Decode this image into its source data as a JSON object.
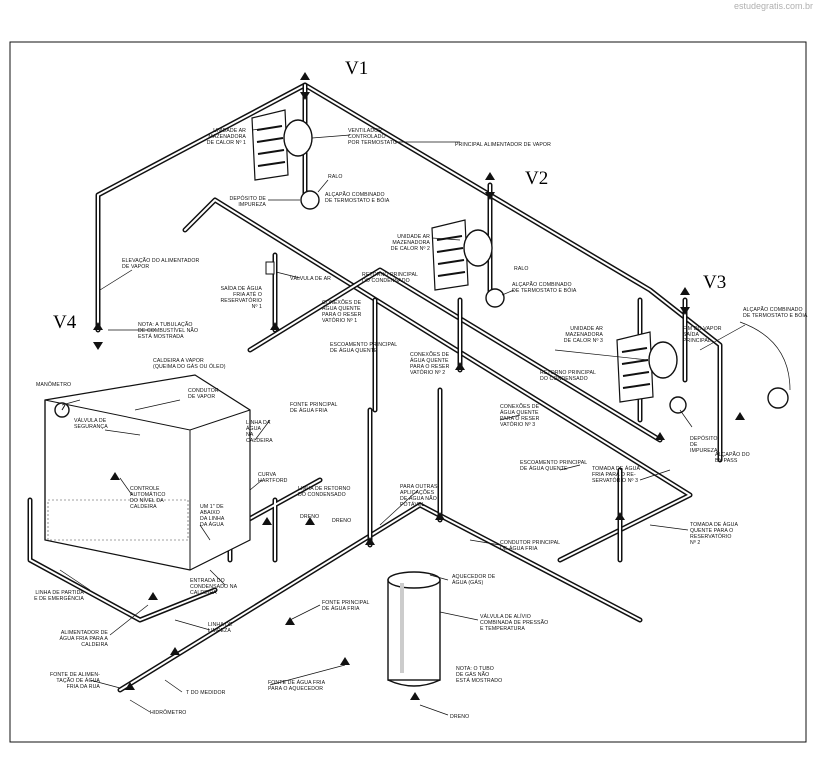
{
  "watermark": "estudegratis.com.br",
  "valve_tags": [
    "V1",
    "V2",
    "V3",
    "V4"
  ],
  "labels": {
    "unidade1": [
      "UNIDADE AR",
      "MAZENADORA",
      "DE CALOR Nº 1"
    ],
    "ventilador": [
      "VENTILADOR",
      "CONTROLADO",
      "POR TERMOSTATO"
    ],
    "principal_vapor": [
      "PRINCIPAL ALIMENTADOR DE VAPOR"
    ],
    "ralo1": [
      "RALO"
    ],
    "alcapao1": [
      "ALÇAPÃO COMBINADO",
      "DE TERMOSTATO E BÓIA"
    ],
    "deposito1": [
      "DEPÓSITO DE",
      "IMPUREZA"
    ],
    "unidade2": [
      "UNIDADE AR",
      "MAZENADORA",
      "DE CALOR Nº 2"
    ],
    "ralo2": [
      "RALO"
    ],
    "alcapao2": [
      "ALÇAPÃO COMBINADO",
      "DE TERMOSTATO E BÓIA"
    ],
    "elevacao": [
      "ELEVAÇÃO DO ALIMENTADOR",
      "DE VAPOR"
    ],
    "valvula_ar": [
      "VÁLVULA DE AR"
    ],
    "retorno_principal": [
      "RETORNO PRINCIPAL",
      "DO CONDENSADO"
    ],
    "saida_agua_fria": [
      "SAÍDA DE ÁGUA",
      "FRIA ATÉ O",
      "RESERVATÓRIO",
      "Nº 1"
    ],
    "conexoes1": [
      "CONEXÕES DE",
      "ÁGUA QUENTE",
      "PARA O RESER",
      "VATÓRIO Nº 1"
    ],
    "nota_tubulacao": [
      "NOTA: A TUBULAÇÃO",
      "DE COMBUSTÍVEL NÃO",
      "ESTÁ MOSTRADA"
    ],
    "escoamento1": [
      "ESCOAMENTO PRINCIPAL",
      "DE ÁGUA QUENTE"
    ],
    "conexoes2": [
      "CONEXÕES DE",
      "ÁGUA QUENTE",
      "PARA O RESER",
      "VATÓRIO Nº 2"
    ],
    "caldeira_vapor": [
      "CALDEIRA A VAPOR",
      "(QUEIMA DO GÁS OU ÓLEO)"
    ],
    "manometro": [
      "MANÔMETRO"
    ],
    "condutor_vapor": [
      "CONDUTOR",
      "DE VAPOR"
    ],
    "valvula_seguranca": [
      "VÁLVULA DE",
      "SEGURANÇA"
    ],
    "linha_agua": [
      "LINHA DA",
      "ÁGUA",
      "NA",
      "CALDEIRA"
    ],
    "fonte_agua_fria1": [
      "FONTE PRINCIPAL",
      "DE ÁGUA FRIA"
    ],
    "conexoes3": [
      "CONEXÕES DE",
      "ÁGUA QUENTE",
      "PARA O RESER",
      "VATÓRIO Nº 3"
    ],
    "unidade3": [
      "UNIDADE AR",
      "MAZENADORA",
      "DE CALOR Nº 3"
    ],
    "fim_vapor": [
      "FIM DO VAPOR",
      "SAÍDA",
      "PRINCIPAL"
    ],
    "alcapao3": [
      "ALÇAPÃO COMBINADO",
      "DE TERMOSTATO E BÓIA"
    ],
    "retorno_principal2": [
      "RETORNO PRINCIPAL",
      "DO CONDENSADO"
    ],
    "deposito3": [
      "DEPÓSITO",
      "DE",
      "IMPUREZA"
    ],
    "alcapao_bypass": [
      "ALÇAPÃO DO",
      "BY PASS"
    ],
    "controle_automatico": [
      "CONTROLE",
      "AUTOMÁTICO",
      "DO NÍVEL DA",
      "CALDEIRA"
    ],
    "curva_hartford": [
      "CURVA",
      "HARTFORD"
    ],
    "linha_retorno": [
      "LINHA DE RETORNO",
      "DO CONDENSADO"
    ],
    "escoamento2": [
      "ESCOAMENTO PRINCIPAL",
      "DE ÁGUA QUENTE"
    ],
    "tomada3": [
      "TOMADA DE ÁGUA",
      "FRIA PARA O RE-",
      "SERVATÓRIO Nº 3"
    ],
    "nivel_abaixo": [
      "UM 1\" DE",
      "ABAIXO",
      "DA LINHA",
      "DA ÁGUA"
    ],
    "dreno1": [
      "DRENO"
    ],
    "dreno2": [
      "DRENO"
    ],
    "outras_aplicacoes": [
      "PARA OUTRAS",
      "APLICAÇÕES",
      "DE ÁGUA NÃO",
      "POTÁVEL"
    ],
    "tomada2": [
      "TOMADA DE ÁGUA",
      "QUENTE PARA O",
      "RESERVATÓRIO",
      "Nº 2"
    ],
    "condutor_agua_fria": [
      "CONDUTOR PRINCIPAL",
      "DE ÁGUA FRIA"
    ],
    "linha_partida": [
      "LINHA DE PARTIDA",
      "E DE EMERGÊNCIA"
    ],
    "entrada_condensado": [
      "ENTRADA DO",
      "CONDENSADO NA",
      "CALDEIRA"
    ],
    "aquecedor_gas": [
      "AQUECEDOR DE",
      "ÁGUA (GÁS)"
    ],
    "fonte_agua_fria2": [
      "FONTE PRINCIPAL",
      "DE ÁGUA FRIA"
    ],
    "valvula_alivio": [
      "VÁLVULA DE ALÍVIO",
      "COMBINADA DE PRESSÃO",
      "E TEMPERATURA"
    ],
    "alimentador_caldeira": [
      "ALIMENTADOR DE",
      "ÁGUA FRIA PARA A",
      "CALDEIRA"
    ],
    "linha_limpeza": [
      "LINHA DE",
      "LIMPEZA"
    ],
    "fonte_aquecedor": [
      "FONTE DE ÁGUA FRIA",
      "PARA O AQUECEDOR"
    ],
    "nota_tubo_gas": [
      "NOTA: O TUBO",
      "DE GÁS NÃO",
      "ESTÁ MOSTRADO"
    ],
    "fonte_alimentacao": [
      "FONTE DE ALIMEN-",
      "TAÇÃO DE ÁGUA",
      "FRIA DA RUA"
    ],
    "t_medidor": [
      "T DO MEDIDOR"
    ],
    "hidrometro": [
      "HIDRÔMETRO"
    ],
    "dreno3": [
      "DRENO"
    ]
  }
}
